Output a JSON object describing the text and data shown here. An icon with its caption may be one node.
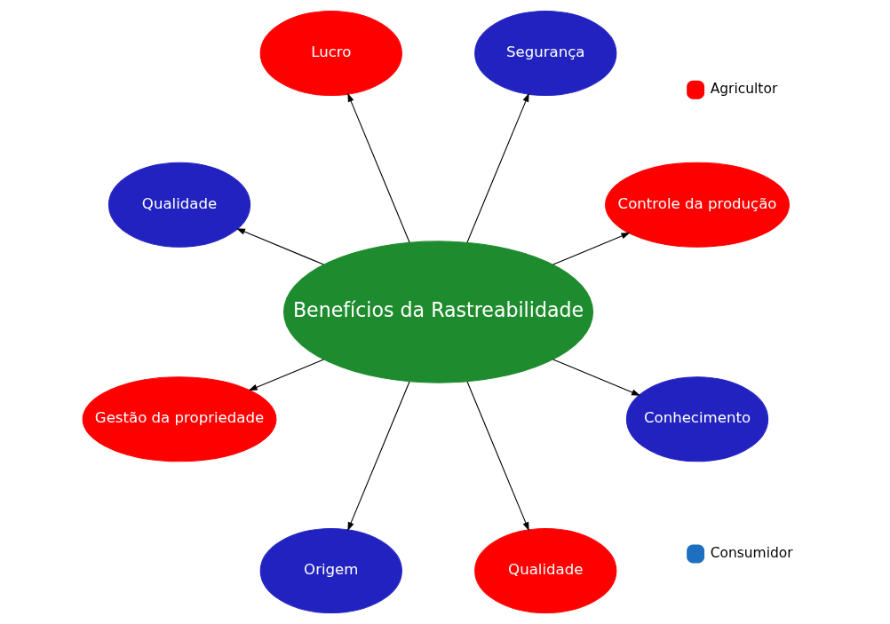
{
  "diagram": {
    "nodes": [
      {
        "text": [
          "Benefícios da Rastreabilidade"
        ]
      },
      {
        "text": [
          "Controle da produção"
        ]
      },
      {
        "text": [
          "Segurança"
        ]
      },
      {
        "text": [
          "Lucro"
        ]
      },
      {
        "text": [
          "Qualidade"
        ]
      },
      {
        "text": [
          "Gestão da propriedade"
        ]
      },
      {
        "text": [
          "Origem"
        ]
      },
      {
        "text": [
          "Qualidade"
        ]
      },
      {
        "text": [
          "Conhecimento"
        ]
      }
    ],
    "edges": [
      {
        "from": 0,
        "to": 1,
        "arrow": "to"
      },
      {
        "from": 0,
        "to": 2,
        "arrow": "to"
      },
      {
        "from": 0,
        "to": 3,
        "arrow": "to"
      },
      {
        "from": 0,
        "to": 4,
        "arrow": "to"
      },
      {
        "from": 0,
        "to": 5,
        "arrow": "to"
      },
      {
        "from": 0,
        "to": 6,
        "arrow": "to"
      },
      {
        "from": 0,
        "to": 7,
        "arrow": "to"
      },
      {
        "from": 0,
        "to": 8,
        "arrow": "to"
      }
    ],
    "legend": [
      {
        "text": "Agricultor",
        "color": "#ff0000"
      },
      {
        "text": "Consumidor",
        "color": "#1f6fc0"
      }
    ]
  }
}
